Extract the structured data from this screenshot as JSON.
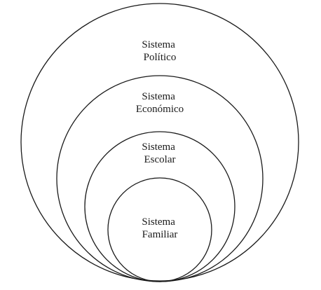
{
  "diagram": {
    "systems": [
      {
        "line1": "Sistema",
        "line2": "Político"
      },
      {
        "line1": "Sistema",
        "line2": "Económico"
      },
      {
        "line1": "Sistema",
        "line2": "Escolar"
      },
      {
        "line1": "Sistema",
        "line2": "Familiar"
      }
    ]
  }
}
